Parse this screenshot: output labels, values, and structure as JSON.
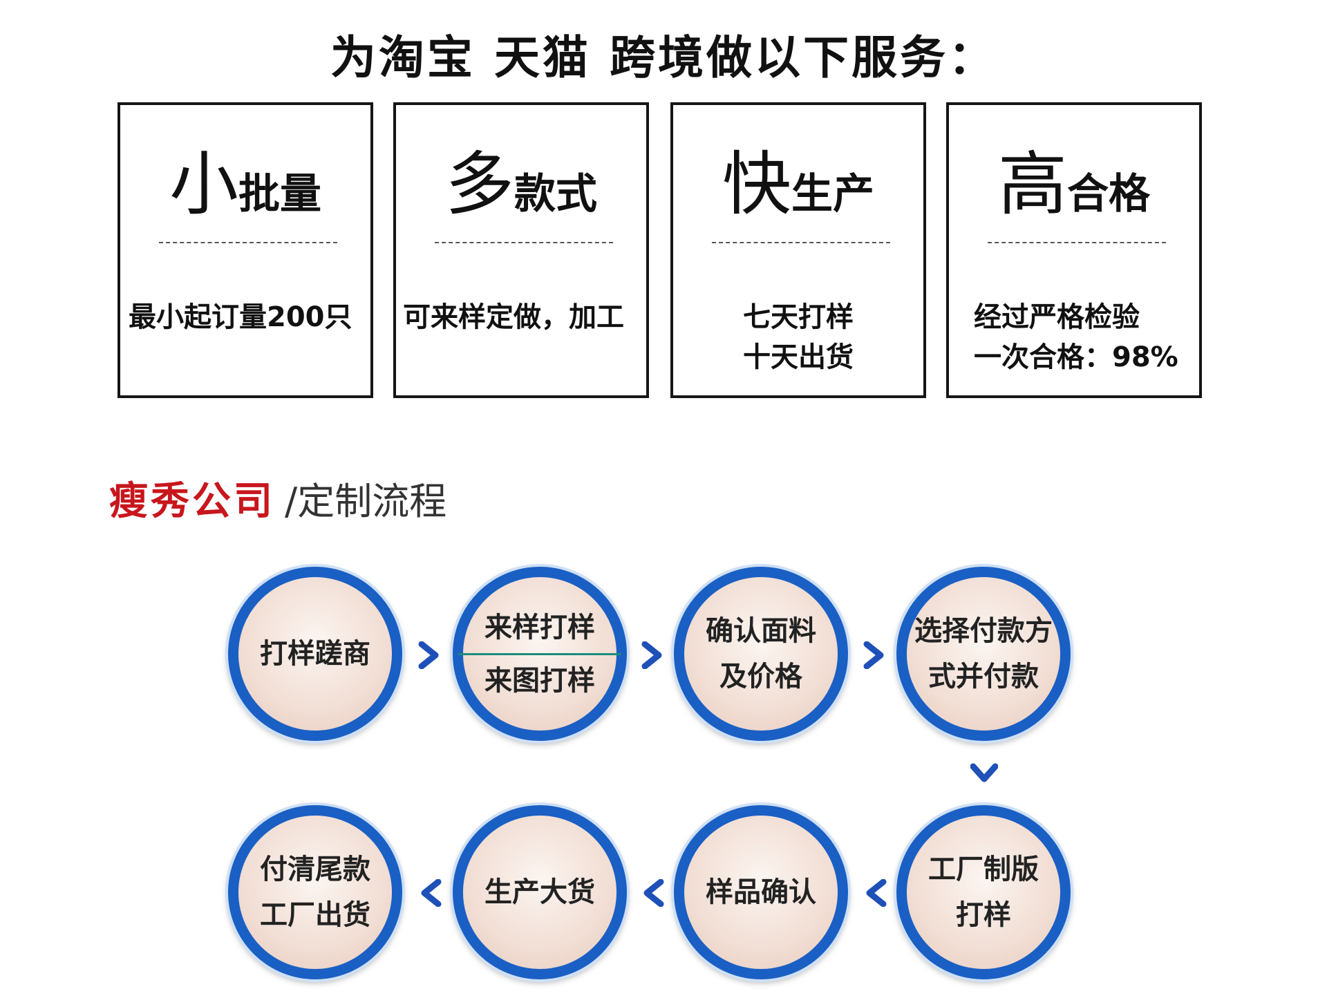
{
  "headline": "为淘宝 天猫 跨境做以下服务：",
  "services": [
    {
      "big": "小",
      "small": "批量",
      "desc": [
        "最小起订量200只"
      ]
    },
    {
      "big": "多",
      "small": "款式",
      "desc": [
        "可来样定做，加工"
      ]
    },
    {
      "big": "快",
      "small": "生产",
      "desc": [
        "七天打样",
        "十天出货"
      ]
    },
    {
      "big": "高",
      "small": "合格",
      "desc": [
        "经过严格检验",
        "一次合格：98%"
      ]
    }
  ],
  "process_section": {
    "company": "瘦秀公司",
    "subtitle": "/定制流程"
  },
  "steps": [
    {
      "lines": [
        "打样蹉商"
      ]
    },
    {
      "lines": [
        "来样打样",
        "来图打样"
      ]
    },
    {
      "lines": [
        "确认面料",
        "及价格"
      ]
    },
    {
      "lines": [
        "选择付款方",
        "式并付款"
      ]
    },
    {
      "lines": [
        "工厂制版",
        "打样"
      ]
    },
    {
      "lines": [
        "样品确认"
      ]
    },
    {
      "lines": [
        "生产大货"
      ]
    },
    {
      "lines": [
        "付清尾款",
        "工厂出货"
      ]
    }
  ],
  "colors": {
    "ring": "#1a5fc4",
    "arrow": "#1f50b8",
    "accent_red": "#c8161d"
  },
  "icons": {
    "right": "chevron-right-icon",
    "left": "chevron-left-icon",
    "down": "chevron-down-icon"
  }
}
